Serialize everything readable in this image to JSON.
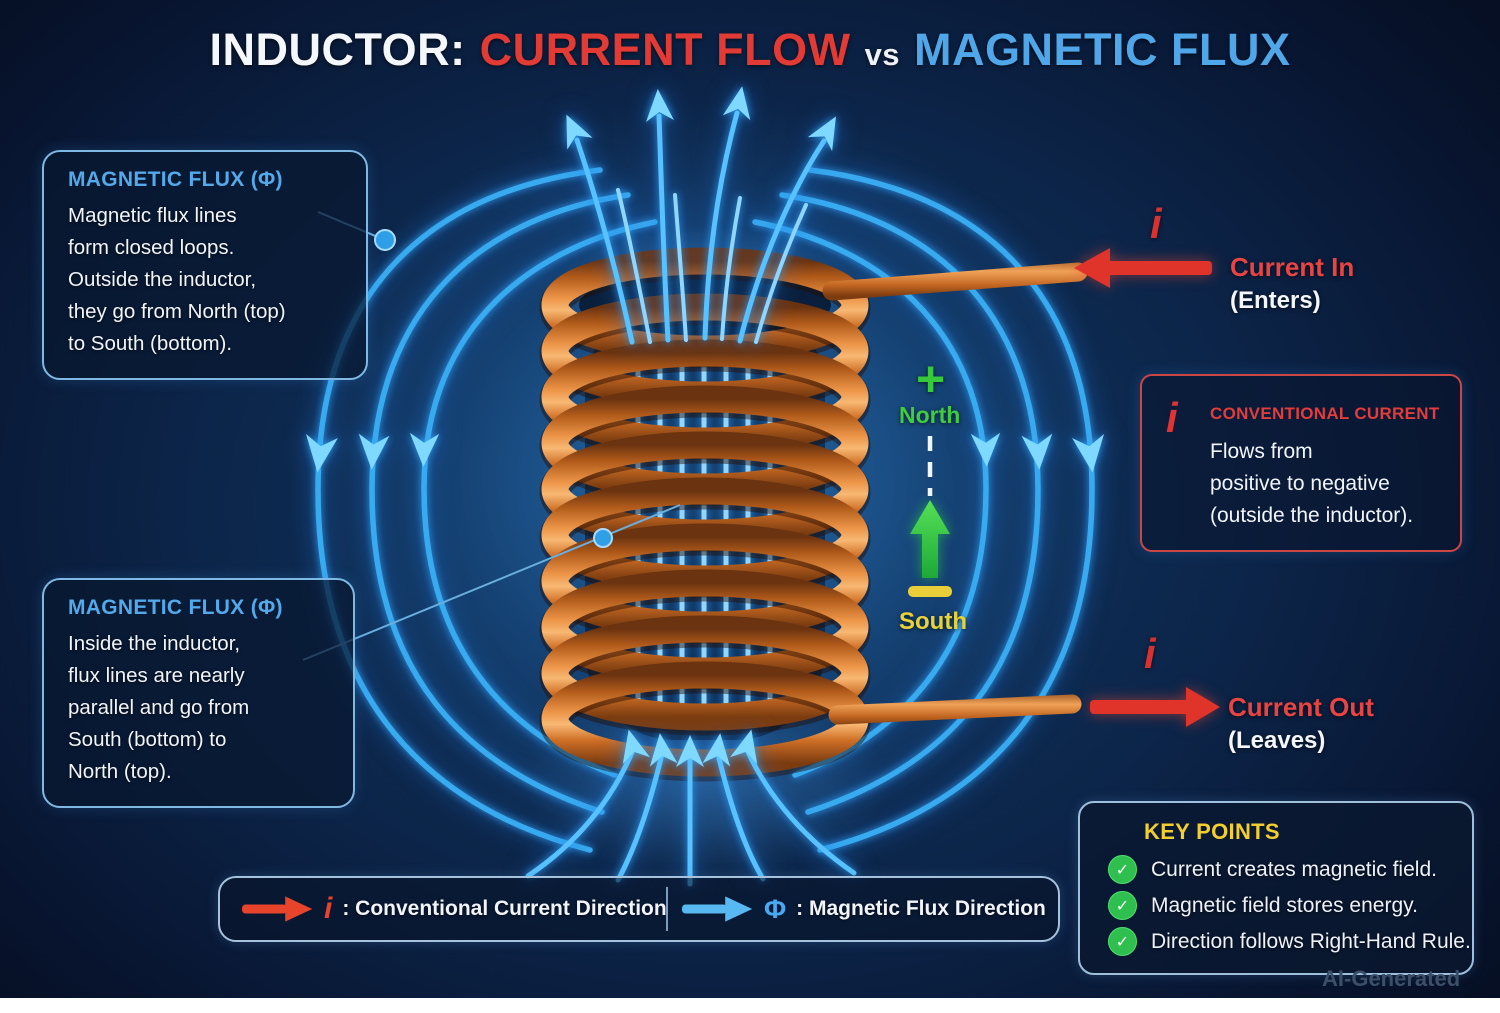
{
  "title": {
    "part1": "INDUCTOR:",
    "part2": "CURRENT FLOW",
    "vs": "vs",
    "part3": "MAGNETIC FLUX"
  },
  "flux_box_top": {
    "title": "MAGNETIC FLUX (Φ)",
    "body": "Magnetic flux lines\nform closed loops.\nOutside the inductor,\nthey go from North (top)\nto South (bottom)."
  },
  "flux_box_bottom": {
    "title": "MAGNETIC FLUX (Φ)",
    "body": "Inside the inductor,\nflux lines are nearly\nparallel and go from\nSouth (bottom) to\nNorth (top)."
  },
  "current_in": {
    "symbol": "i",
    "label": "Current In",
    "sublabel": "(Enters)"
  },
  "current_out": {
    "symbol": "i",
    "label": "Current Out",
    "sublabel": "(Leaves)"
  },
  "conventional_box": {
    "symbol": "i",
    "title": "CONVENTIONAL CURRENT",
    "body": "Flows from\npositive to negative\n(outside the inductor)."
  },
  "poles": {
    "plus": "+",
    "north": "North",
    "south": "South"
  },
  "legend": {
    "current_symbol": "i",
    "current_label": ": Conventional Current Direction",
    "flux_symbol": "Φ",
    "flux_label": ": Magnetic Flux Direction"
  },
  "key_points": {
    "title": "KEY POINTS",
    "check": "✓",
    "items": [
      "Current creates magnetic field.",
      "Magnetic field stores energy.",
      "Direction follows Right-Hand Rule."
    ]
  },
  "watermark": "AI-Generated",
  "colors": {
    "accent_red": "#e23a35",
    "accent_blue": "#4fa6e8",
    "flux_blue": "#38aaf0",
    "copper": "#d07a30",
    "pole_green": "#36c93c",
    "pole_yellow": "#e8d23a",
    "key_title_yellow": "#f2cf2e",
    "check_green": "#2ebf4f",
    "background_navy": "#0c2448"
  }
}
